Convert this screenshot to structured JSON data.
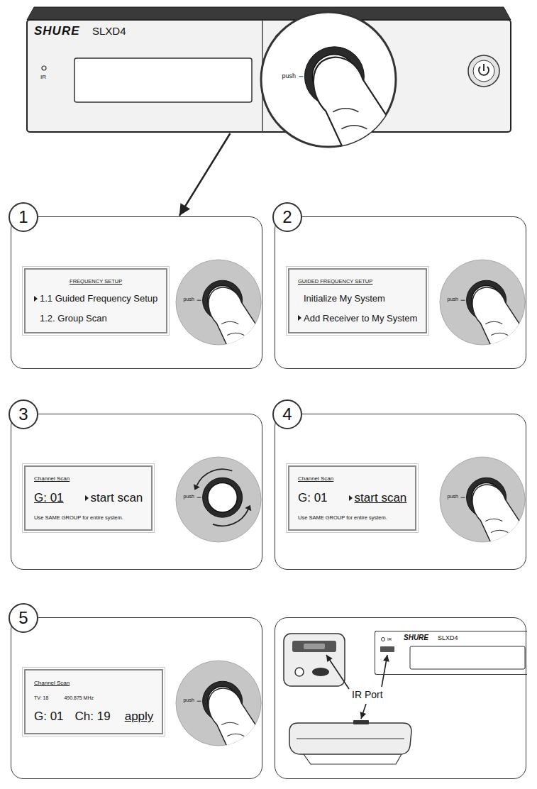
{
  "diagram": {
    "nodes": [
      {
        "text": [
          "SHURE",
          "SLXD4",
          "IR"
        ]
      },
      {
        "text": [
          "1"
        ]
      },
      {
        "text": [
          "FREQUENCY SETUP",
          "1.1 Guided Frequency Setup",
          "1.2. Group Scan"
        ],
        "in": 1
      },
      {
        "text": [
          "2"
        ]
      },
      {
        "text": [
          "GUIDED FREQUENCY SETUP",
          "Initialize My System",
          "Add Receiver to My System"
        ],
        "in": 3
      },
      {
        "text": [
          "3"
        ]
      },
      {
        "text": [
          "Channel Scan",
          "G: 01",
          "start scan",
          "Use SAME GROUP for entire system."
        ],
        "in": 5
      },
      {
        "text": [
          "4"
        ]
      },
      {
        "text": [
          "Channel Scan",
          "G: 01",
          "start scan",
          "Use SAME GROUP for entire system."
        ],
        "in": 7
      },
      {
        "text": [
          "5"
        ]
      },
      {
        "text": [
          "Channel Scan",
          "TV: 18",
          "490.875 MHz",
          "G: 01",
          "Ch: 19",
          "apply"
        ],
        "in": 9
      },
      {
        "text": [
          "IR Port"
        ]
      },
      {
        "text": [
          "SHURE",
          "SLXD4",
          "IR"
        ],
        "in": 11
      }
    ],
    "edges": [
      {
        "from": 0,
        "to": 1,
        "arrow": "to"
      }
    ],
    "labels": [
      "push",
      "push",
      "push",
      "push",
      "push",
      "push"
    ]
  }
}
